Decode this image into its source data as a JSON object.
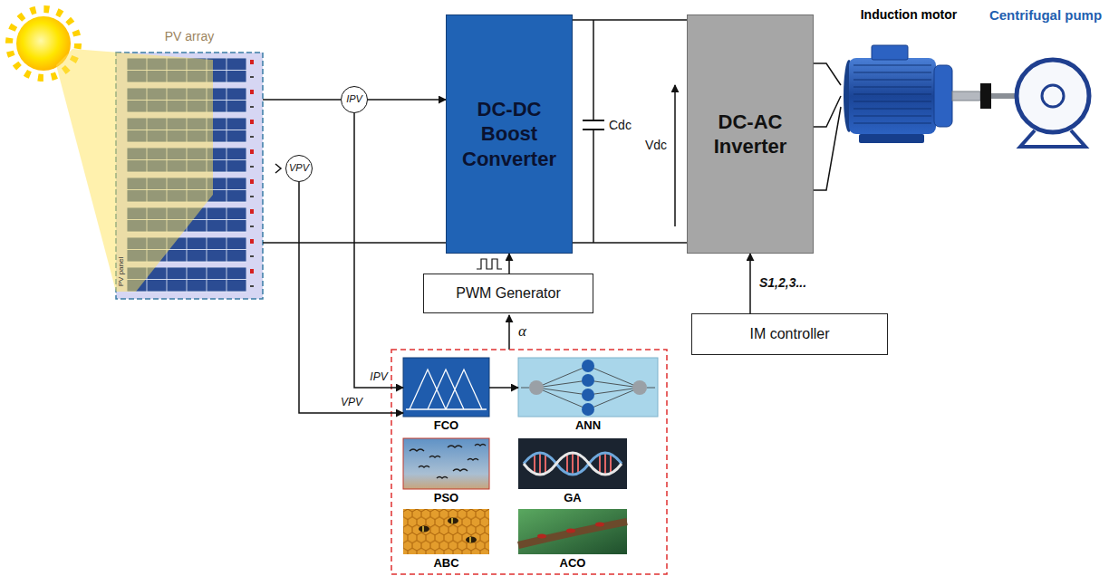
{
  "diagram": {
    "nodes": [
      {
        "text": [
          "PV array"
        ]
      },
      {
        "text": [
          "IPV"
        ]
      },
      {
        "text": [
          "VPV"
        ]
      },
      {
        "text": [
          "DC-DC Boost Converter"
        ]
      },
      {
        "text": [
          "DC-AC Inverter"
        ]
      },
      {
        "text": [
          "Induction motor"
        ]
      },
      {
        "text": [
          "Centrifugal pump"
        ]
      },
      {
        "text": [
          "PWM Generator"
        ]
      },
      {
        "text": [
          "IM controller"
        ]
      },
      {
        "text": [
          "FCO"
        ]
      },
      {
        "text": [
          "ANN"
        ]
      },
      {
        "text": [
          "PSO"
        ]
      },
      {
        "text": [
          "GA"
        ]
      },
      {
        "text": [
          "ABC"
        ]
      },
      {
        "text": [
          "ACO"
        ]
      }
    ],
    "edges": [
      {
        "from": 0,
        "to": 1,
        "arrow": "none"
      },
      {
        "from": 1,
        "to": 3,
        "arrow": "to"
      },
      {
        "from": 0,
        "to": 3,
        "arrow": "none"
      },
      {
        "from": 1,
        "to": 9,
        "arrow": "to",
        "label": "IPV"
      },
      {
        "from": 2,
        "to": 9,
        "arrow": "to",
        "label": "VPV"
      },
      {
        "from": 3,
        "to": 4,
        "arrow": "none"
      },
      {
        "from": 3,
        "to": 4,
        "arrow": "none"
      },
      {
        "from": 4,
        "to": 5,
        "arrow": "none"
      },
      {
        "from": 4,
        "to": 5,
        "arrow": "none"
      },
      {
        "from": 4,
        "to": 5,
        "arrow": "none"
      },
      {
        "from": 7,
        "to": 3,
        "arrow": "to"
      },
      {
        "from": 8,
        "to": 4,
        "arrow": "to",
        "label": "S1,2,3..."
      },
      {
        "from": 9,
        "to": 10,
        "arrow": "to"
      }
    ],
    "labels": [
      "PV panel",
      "Cdc",
      "Vdc",
      "α"
    ]
  }
}
